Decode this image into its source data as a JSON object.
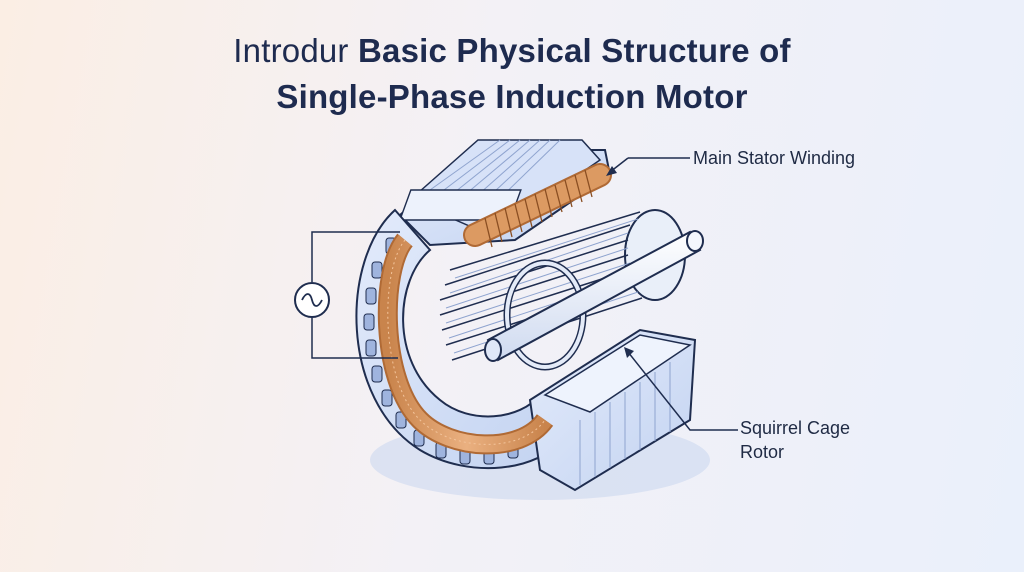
{
  "title": {
    "line1_prefix": "Introdur",
    "line1_bold": "Basic Physical Structure of",
    "line2": "Single-Phase Induction Motor"
  },
  "labels": {
    "main_stator_winding": "Main Stator Winding",
    "squirrel_cage_rotor_line1": "Squirrel Cage",
    "squirrel_cage_rotor_line2": "Rotor"
  },
  "icons": {
    "ac_source": "ac-source-icon"
  },
  "colors": {
    "outline": "#1f2d4f",
    "stator_blue": "#cfdcf5",
    "stator_light": "#e8eefb",
    "copper": "#d9955c",
    "copper_dark": "#b06a35"
  }
}
